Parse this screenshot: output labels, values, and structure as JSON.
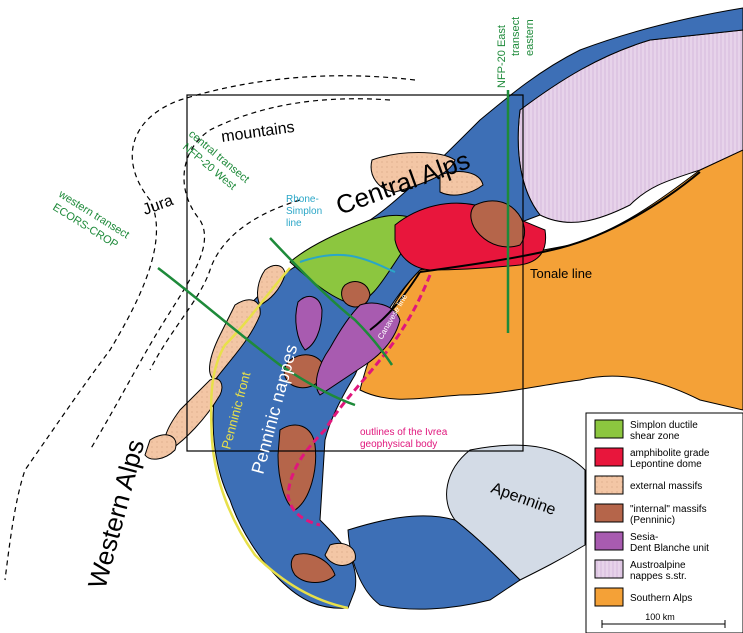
{
  "colors": {
    "penninic_nappes": "#3d6fb6",
    "simplon": "#8cc63f",
    "lepontine": "#e8163c",
    "external_massifs": "#f3c6a5",
    "internal_massifs": "#b5654a",
    "sesia": "#a85bb0",
    "austroalpine": "#e7d3ea",
    "southern_alps": "#f4a137",
    "apennine": "#d3dbe6",
    "transect": "#1e8a3a",
    "penninic_front": "#e8e04a",
    "ivrea": "#e0167c",
    "rhone_line": "#2aa6c7"
  },
  "labels": {
    "central_alps": "Central Alps",
    "western_alps": "Western Alps",
    "jura": "Jura",
    "mountains": "mountains",
    "penninic_nappes": "Penninic  nappes",
    "penninic_front": "Penninic  front",
    "apennine": "Apennine",
    "tonale_line": "Tonale line",
    "canavese_line": "Canavese line",
    "rhone_simplon_1": "Rhone-",
    "rhone_simplon_2": "Simplon",
    "rhone_simplon_3": "line",
    "ivrea_1": "outlines of the Ivrea",
    "ivrea_2": "geophysical body",
    "eastern_1": "eastern",
    "eastern_2": "transect",
    "eastern_3": "NFP-20 East",
    "central_1": "central transect",
    "central_2": "NFP-20 West",
    "western_1": "western transect",
    "western_2": "ECORS-CROP"
  },
  "legend": {
    "items": [
      {
        "key": "simplon",
        "lines": [
          "Simplon ductile",
          "shear zone"
        ]
      },
      {
        "key": "lepontine",
        "lines": [
          "amphibolite grade",
          "Lepontine dome"
        ]
      },
      {
        "key": "external_massifs",
        "lines": [
          "external massifs"
        ]
      },
      {
        "key": "internal_massifs",
        "lines": [
          "\"internal\" massifs",
          "(Penninic)"
        ]
      },
      {
        "key": "sesia",
        "lines": [
          "Sesia-",
          "Dent Blanche unit"
        ]
      },
      {
        "key": "austroalpine",
        "lines": [
          "Austroalpine",
          "nappes s.str."
        ]
      },
      {
        "key": "southern_alps",
        "lines": [
          "Southern Alps"
        ]
      }
    ],
    "scale_label": "100 km"
  }
}
